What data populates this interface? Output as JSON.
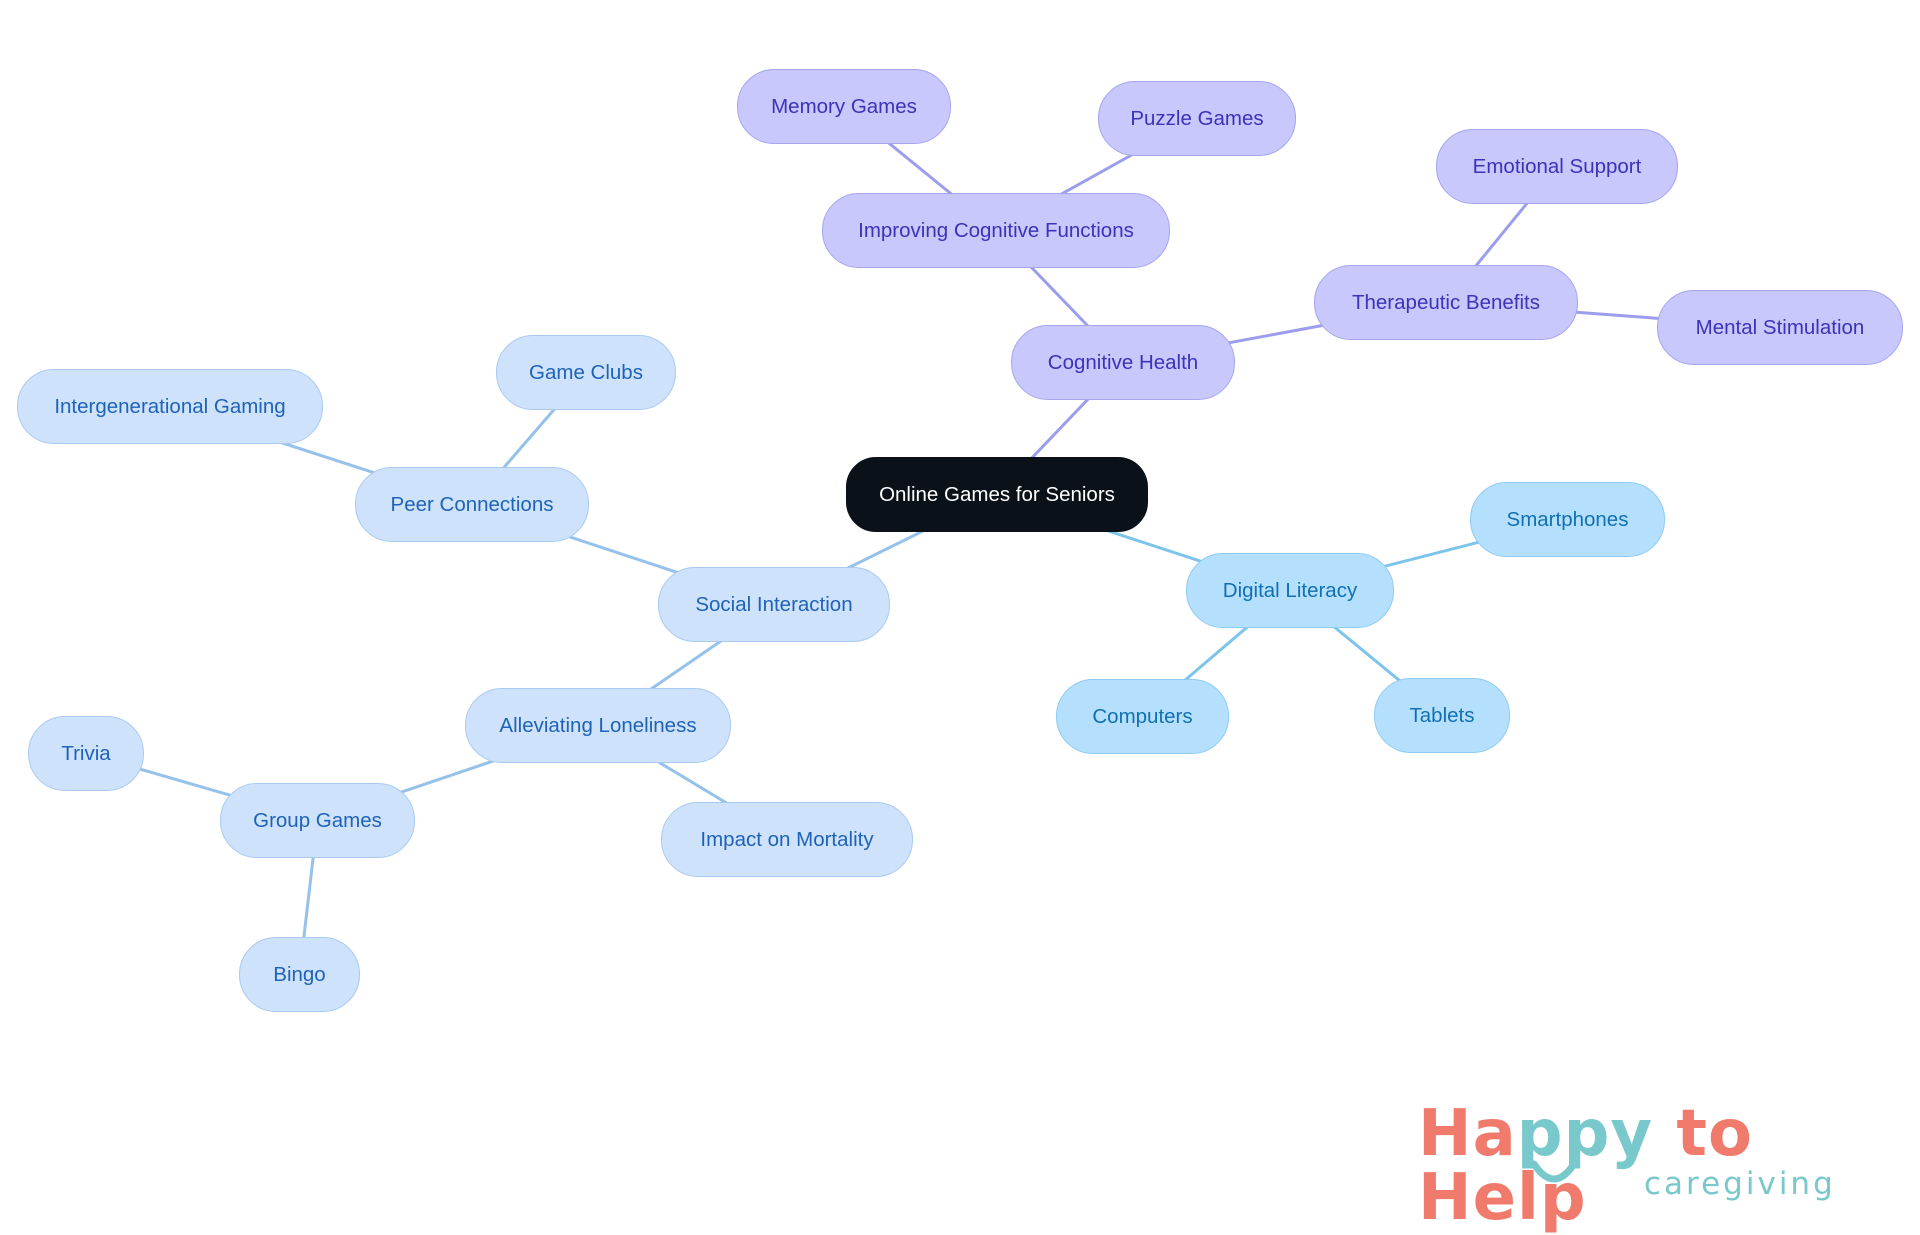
{
  "diagram": {
    "root": "Online Games for Seniors",
    "branches": [
      {
        "label": "Cognitive Health",
        "color": "#c8c8fd",
        "children": [
          {
            "label": "Improving Cognitive Functions",
            "children": [
              "Memory Games",
              "Puzzle Games"
            ]
          },
          {
            "label": "Therapeutic Benefits",
            "children": [
              "Emotional Support",
              "Mental Stimulation"
            ]
          }
        ]
      },
      {
        "label": "Social Interaction",
        "color": "#cfe2fb",
        "children": [
          {
            "label": "Peer Connections",
            "children": [
              "Game Clubs",
              "Intergenerational Gaming"
            ]
          },
          {
            "label": "Alleviating Loneliness",
            "children": [
              "Group Games",
              "Impact on Mortality"
            ]
          }
        ],
        "grandchildren": {
          "Group Games": [
            "Trivia",
            "Bingo"
          ]
        }
      },
      {
        "label": "Digital Literacy",
        "color": "#b5e0fd",
        "children": [
          "Smartphones",
          "Computers",
          "Tablets"
        ]
      }
    ]
  },
  "logo": {
    "part1": "Ha",
    "part2": "ppy",
    "part3": " to Help",
    "tagline": "caregiving",
    "colors": {
      "coral": "#f07b6d",
      "teal": "#79c9cc"
    }
  }
}
